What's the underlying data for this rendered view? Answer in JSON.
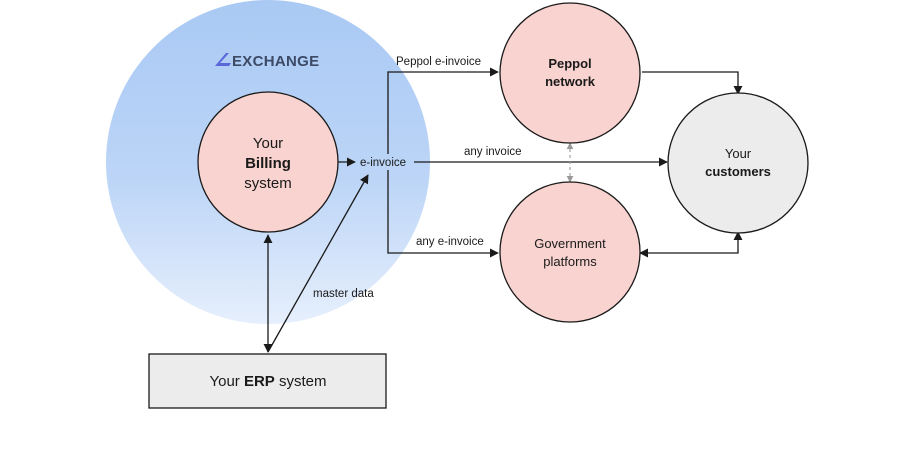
{
  "colors": {
    "halo_top": "#a9c9f4",
    "halo_bottom": "#e6effc",
    "node_pink": "#f8d3cf",
    "node_gray": "#ececec",
    "stroke": "#1a1a1a",
    "logo": "#3d4a66",
    "logo_mark": "#5a67d8",
    "dashed": "#999999"
  },
  "logo": {
    "text": "EXCHANGE",
    "icon": "exchange-logo-mark"
  },
  "nodes": {
    "billing": {
      "line1": "Your",
      "line2": "Billing",
      "line3": "system"
    },
    "erp": {
      "pre": "Your ",
      "bold": "ERP",
      "post": " system"
    },
    "peppol": {
      "line1": "Peppol",
      "line2": "network"
    },
    "government": {
      "line1": "Government",
      "line2": "platforms"
    },
    "customers": {
      "line1": "Your",
      "line2": "customers"
    }
  },
  "edges": {
    "einvoice": "e-invoice",
    "peppol_einvoice": "Peppol e-invoice",
    "any_invoice": "any invoice",
    "any_einvoice": "any e-invoice",
    "master_data": "master data"
  }
}
